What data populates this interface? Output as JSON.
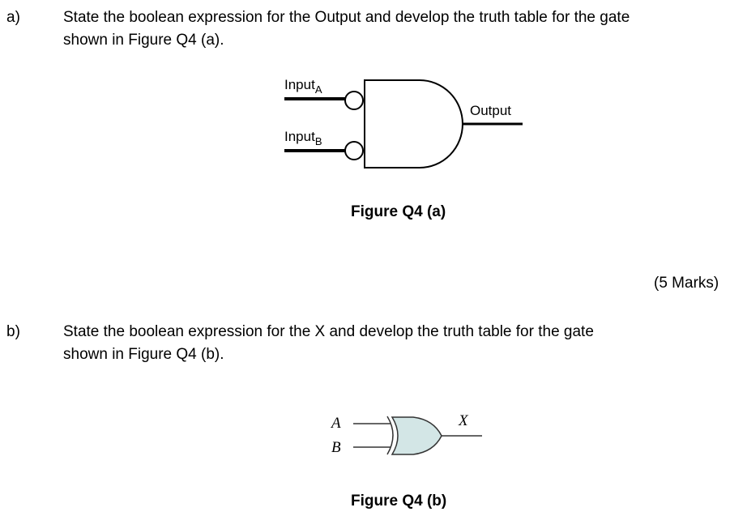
{
  "question_a": {
    "label": "a)",
    "line1": "State the boolean expression for the Output and develop the truth table for the  gate",
    "line2": "shown in Figure Q4 (a).",
    "figure": {
      "input_a": "Input",
      "input_a_sub": "A",
      "input_b": "Input",
      "input_b_sub": "B",
      "output": "Output"
    },
    "caption": "Figure Q4 (a)",
    "marks": "(5 Marks)"
  },
  "question_b": {
    "label": "b)",
    "line1": "State the boolean expression for the X and develop the truth table for the  gate",
    "line2": "shown in Figure Q4 (b).",
    "figure": {
      "input_a": "A",
      "input_b": "B",
      "output": "X",
      "gate_fill": "#d3e6e6"
    },
    "caption": "Figure Q4 (b)"
  }
}
